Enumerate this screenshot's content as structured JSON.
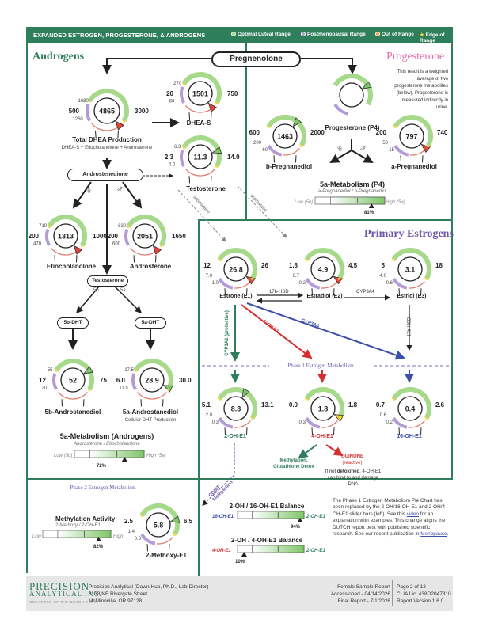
{
  "header": {
    "title": "EXPANDED ESTROGEN, PROGESTERONE, & ANDROGENS",
    "legend": [
      {
        "label": "Optimal Luteal Range",
        "color": "#9ed67a"
      },
      {
        "label": "Postmenopausal Range",
        "color": "#b49ad6"
      },
      {
        "label": "Out of Range",
        "color": "#f2a23a"
      },
      {
        "label": "Edge of Range",
        "color": "#f5d33a"
      }
    ]
  },
  "pregnenolone": "Pregnenolone",
  "androgens": {
    "title": "Androgens",
    "total_dhea": {
      "value": "4865",
      "min": "500",
      "max": "3000",
      "pm_low": "1260",
      "pm_high": "1680",
      "label": "Total DHEA Production",
      "sub": "DHEA-S + Etiocholanolone + Androsterone"
    },
    "dhea_s": {
      "value": "1501",
      "min": "20",
      "max": "750",
      "pm_low": "60",
      "pm_high": "270",
      "label": "DHEA-S"
    },
    "testosterone": {
      "value": "11.3",
      "min": "2.3",
      "max": "14.0",
      "pm_low": "4.0",
      "pm_high": "6.3",
      "label": "Testosterone"
    },
    "androstenedione": "Androstenedione",
    "etiocholanolone": {
      "value": "1313",
      "min": "200",
      "max": "1000",
      "pm_low": "470",
      "pm_high": "710",
      "label": "Etiocholanolone"
    },
    "androsterone": {
      "value": "2051",
      "min": "200",
      "max": "1650",
      "pm_low": "600",
      "pm_high": "830",
      "label": "Androsterone"
    },
    "testosterone_pill": "Testosterone",
    "dht_5b": "5b-DHT",
    "dht_5a": "5a-DHT",
    "androstanediol_5b": {
      "value": "52",
      "min": "12",
      "max": "75",
      "pm_low": "30",
      "pm_high": "55",
      "label": "5b-Androstanediol"
    },
    "androstanediol_5a": {
      "value": "28.9",
      "min": "6.0",
      "max": "30.0",
      "pm_low": "11.5",
      "pm_high": "17.5",
      "label": "5a-Androstanediol",
      "sub": "Cellular DHT Production"
    },
    "metab_title": "5a-Metabolism (Androgens)",
    "metab_sub": "Androsterone / Etiocholanolone",
    "metab_low": "Low (5b)",
    "metab_high": "High (5a)",
    "metab_pct": "72%",
    "metab_pct_value": 72,
    "lbl_5b": "5b",
    "lbl_5a": "5a",
    "lbl_5b2": "5b",
    "lbl_5a2": "5a"
  },
  "progesterone": {
    "title": "Progesterone",
    "note": "This result is a weighted average of two progesterone metabolites (below). Progesterone is measured indirectly in urine.",
    "p4_label": "Progesterone (P4)",
    "b_preg": {
      "value": "1463",
      "min": "600",
      "max": "2000",
      "pm_low": "60",
      "pm_high": "200",
      "label": "b-Pregnanediol"
    },
    "a_preg": {
      "value": "797",
      "min": "200",
      "max": "740",
      "pm_low": "15",
      "pm_high": "50",
      "label": "a-Pregnanediol"
    },
    "metab_title": "5a-Metabolism (P4)",
    "metab_sub": "a-Pregnanediol / b-Pregnanediol",
    "metab_low": "Low (5b)",
    "metab_high": "High (5a)",
    "metab_pct": "81%",
    "metab_pct_value": 81,
    "lbl_5b": "5b",
    "lbl_5a": "5a"
  },
  "estrogens": {
    "title": "Primary Estrogens",
    "estrone": {
      "value": "26.8",
      "min": "12",
      "max": "26",
      "pm_low": "1.0",
      "pm_high": "7.0",
      "label": "Estrone (E1)"
    },
    "estradiol": {
      "value": "4.9",
      "min": "1.8",
      "max": "4.5",
      "pm_low": "0.2",
      "pm_high": "0.7",
      "label": "Estradiol (E2)"
    },
    "estriol": {
      "value": "3.1",
      "min": "5",
      "max": "18",
      "pm_low": "0.6",
      "pm_high": "4.0",
      "label": "Estriol (E3)"
    },
    "hsd": "17b-HSD",
    "hsd_vert": "17b-HSD",
    "cyp3a4": "CYP3A4",
    "cyp1a1": "CYP1A1 (protective)",
    "cyp1b1": "CYP1B1",
    "cyp3a4_diag": "CYP3A4",
    "aromatase_1": "aromatase",
    "aromatase_2": "aromatase",
    "phase1_title": "Phase 1 Estrogen Metabolism",
    "oh2": {
      "value": "8.3",
      "min": "5.1",
      "max": "13.1",
      "pm_low": "0.3",
      "pm_high": "2.0",
      "label": "2-OH-E1"
    },
    "oh4": {
      "value": "1.8",
      "min": "0.0",
      "max": "1.8",
      "pm_low": "0.3",
      "pm_high": "",
      "label": "4-OH-E1"
    },
    "oh16": {
      "value": "0.4",
      "min": "0.7",
      "max": "2.6",
      "pm_low": "0.2",
      "pm_high": "0.6",
      "label": "16-OH-E1"
    },
    "methylation_label": "Methylation, Glutathione Detox",
    "quinone": "QUINONE",
    "quinone_sub": "(reactive)",
    "quinone_note_a": "If not ",
    "quinone_note_b": "detoxified",
    "quinone_note_c": ", 4-OH-E1 can bind to and damage DNA"
  },
  "phase2": {
    "title": "Phase 2 Estrogen Metabolism",
    "comt": "COMT Methylation",
    "methylation_title": "Methylation Activity",
    "methylation_sub": "2-Methoxy / 2-OH-E1",
    "low": "Low",
    "high": "High",
    "pct": "82%",
    "pct_value": 82,
    "methoxy": {
      "value": "5.8",
      "min": "2.5",
      "max": "6.5",
      "pm_low": "0.3",
      "pm_high": "1.4",
      "label": "2-Methoxy-E1"
    }
  },
  "balance": {
    "b1_title": "2-OH / 16-OH-E1 Balance",
    "b1_left": "16-OH-E1",
    "b1_right": "2-OH-E1",
    "b1_pct": "94%",
    "b1_pct_value": 94,
    "b2_title": "2-OH / 4-OH-E1 Balance",
    "b2_left": "4-OH-E1",
    "b2_right": "2-OH-E1",
    "b2_pct": "10%",
    "b2_pct_value": 10
  },
  "note": {
    "p1": "The Phase 1 Estrogen Metabolism Pie Chart has been replaced by the 2-OH/16-OH-E1 and 2-OH/4-OH-E1 slider bars (left). See this ",
    "video": "video",
    "p2": " for an explanation with examples. This change aligns the DUTCH report best with published scientific research. See our recent publication in ",
    "menopause": "Menopause",
    "p3": "."
  },
  "footer": {
    "brand1": "PRECISION",
    "brand2": "ANALYTICAL INC.",
    "brand3": "CREATORS OF THE DUTCH TEST",
    "address1": "Precision Analytical (Dawn Huo, Ph.D., Lab Director)",
    "address2": "3138 NE Rivergate Street",
    "address3": "McMinnville, OR 97128",
    "report1": "Female Sample Report",
    "report2": "Accessioned - 04/14/2026",
    "report3": "Final Report - 7/1/2026",
    "page1": "Page 2 of 13",
    "page2": "CLIA Lic. #38D2047310",
    "page3": "Report Version 1.6.0"
  }
}
